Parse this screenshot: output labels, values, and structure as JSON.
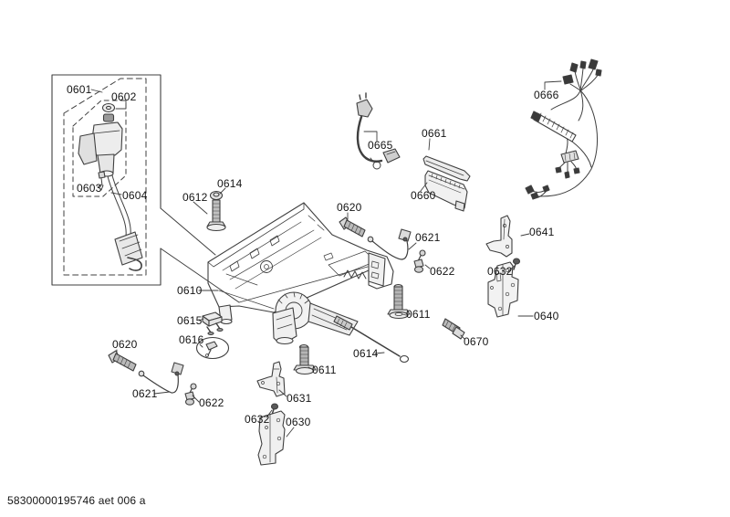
{
  "diagram": {
    "footer_code": "58300000195746 aet 006 a",
    "labels": [
      {
        "ref": "0601"
      },
      {
        "ref": "0602"
      },
      {
        "ref": "0603"
      },
      {
        "ref": "0604"
      },
      {
        "ref": "0614"
      },
      {
        "ref": "0612"
      },
      {
        "ref": "0610"
      },
      {
        "ref": "0615"
      },
      {
        "ref": "0616"
      },
      {
        "ref": "0620"
      },
      {
        "ref": "0621"
      },
      {
        "ref": "0622"
      },
      {
        "ref": "0620"
      },
      {
        "ref": "0621"
      },
      {
        "ref": "0622"
      },
      {
        "ref": "0611"
      },
      {
        "ref": "0614"
      },
      {
        "ref": "0670"
      },
      {
        "ref": "0611"
      },
      {
        "ref": "0631"
      },
      {
        "ref": "0632"
      },
      {
        "ref": "0630"
      },
      {
        "ref": "0665"
      },
      {
        "ref": "0661"
      },
      {
        "ref": "0660"
      },
      {
        "ref": "0666"
      },
      {
        "ref": "0641"
      },
      {
        "ref": "0632"
      },
      {
        "ref": "0640"
      }
    ]
  }
}
